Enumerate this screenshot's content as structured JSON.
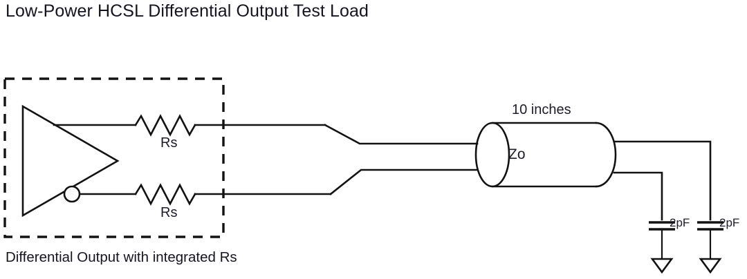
{
  "title": "Low-Power HCSL Differential Output Test Load",
  "caption": "Differential Output with integrated Rs",
  "driver": {
    "name": "differential-buffer",
    "enclosure_style": "dashed",
    "inverting_bubble": true
  },
  "labels": {
    "rs_top": "Rs",
    "rs_bottom": "Rs",
    "zo": "Zo",
    "trace_length": "10 inches",
    "cap_1": "2pF",
    "cap_2": "2pF"
  },
  "colors": {
    "ink": "#121212",
    "text": "#1c1c2a",
    "background": "#ffffff"
  },
  "components": [
    {
      "type": "buffer",
      "label": "",
      "note": "differential output driver with inverting output"
    },
    {
      "type": "resistor",
      "label": "Rs",
      "branch": "top"
    },
    {
      "type": "resistor",
      "label": "Rs",
      "branch": "bottom"
    },
    {
      "type": "transmission-line",
      "label": "Zo",
      "length": "10 inches"
    },
    {
      "type": "capacitor",
      "label": "2pF",
      "branch": "bottom"
    },
    {
      "type": "capacitor",
      "label": "2pF",
      "branch": "top"
    },
    {
      "type": "ground",
      "label": "",
      "branch": "bottom"
    },
    {
      "type": "ground",
      "label": "",
      "branch": "top"
    }
  ]
}
